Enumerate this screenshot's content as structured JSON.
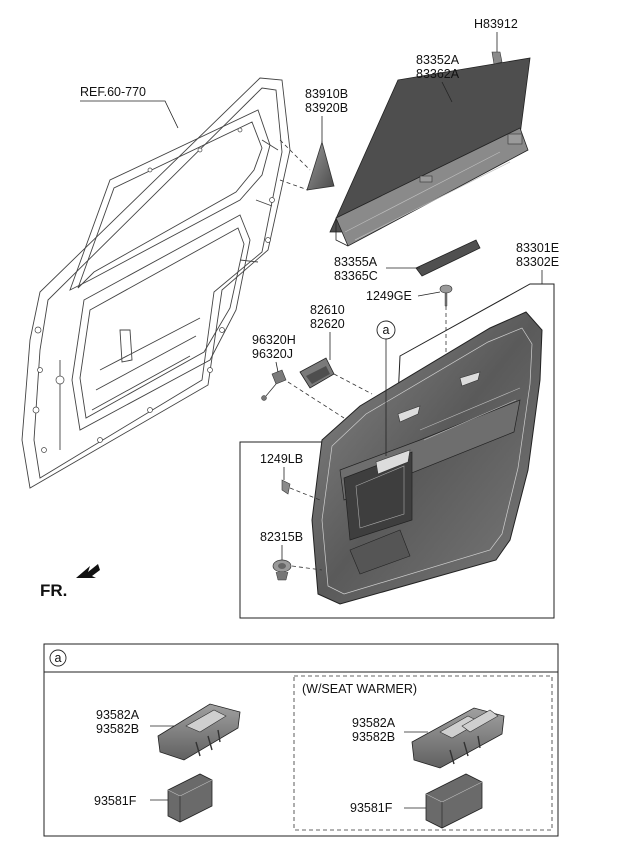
{
  "labels": {
    "h83912": "H83912",
    "p83352a": "83352A",
    "p83362a": "83362A",
    "p83910b": "83910B",
    "p83920b": "83920B",
    "ref": "REF.60-770",
    "p83355a": "83355A",
    "p83365c": "83365C",
    "p83301e": "83301E",
    "p83302e": "83302E",
    "p1249ge": "1249GE",
    "p82610": "82610",
    "p82620": "82620",
    "p96320h": "96320H",
    "p96320j": "96320J",
    "p1249lb": "1249LB",
    "p82315b": "82315B",
    "fr": "FR.",
    "callout_a": "a",
    "detail_a": "a",
    "seat_warmer": "(W/SEAT WARMER)",
    "left_93582a": "93582A",
    "left_93582b": "93582B",
    "left_93581f": "93581F",
    "right_93582a": "93582A",
    "right_93582b": "93582B",
    "right_93581f": "93581F"
  },
  "colors": {
    "part_dark": "#4a4a4a",
    "part_mid": "#7a7a7a",
    "part_light": "#a8a8a8",
    "line": "#222222"
  }
}
